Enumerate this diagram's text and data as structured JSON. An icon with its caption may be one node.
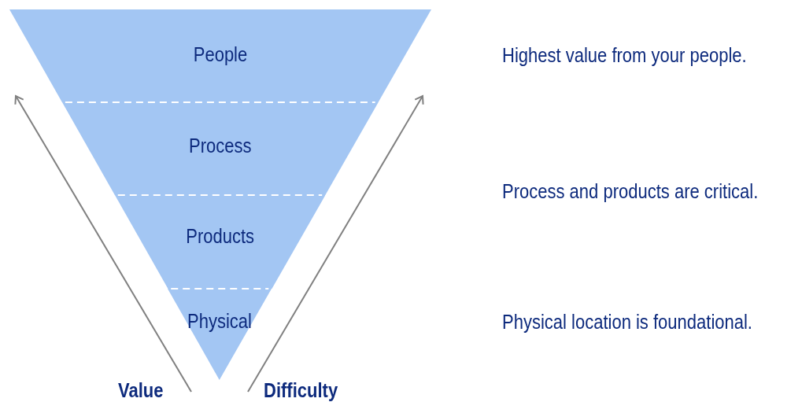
{
  "diagram": {
    "nodes": [
      {
        "text": [
          "People"
        ]
      },
      {
        "text": [
          "Process"
        ]
      },
      {
        "text": [
          "Products"
        ]
      },
      {
        "text": [
          "Physical"
        ]
      }
    ],
    "labels": [
      "Highest value from your people.",
      "Process and products are critical.",
      "Physical location is foundational.",
      "Value",
      "Difficulty"
    ]
  }
}
